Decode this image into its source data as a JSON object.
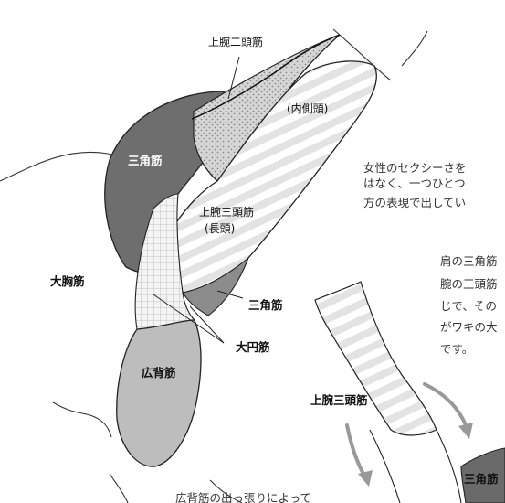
{
  "labels": {
    "biceps": "上腕二頭筋",
    "medial_head": "(内側頭)",
    "deltoid": "三角筋",
    "triceps_long_line1": "上腕三頭筋",
    "triceps_long_line2": "(長頭)",
    "pectoralis_major": "大胸筋",
    "deltoid_2": "三角筋",
    "teres_major": "大円筋",
    "latissimus": "広背筋",
    "triceps_inset": "上腕三頭筋",
    "deltoid_inset": "三角筋"
  },
  "text_block_1": [
    "女性のセクシーさを",
    "はなく、一つひとつ",
    "方の表現で出してい"
  ],
  "text_block_2": [
    "肩の三角筋",
    "腕の三頭筋",
    "じで、その",
    "がワキの大",
    "です。"
  ],
  "caption_bottom": "広背筋の出っ張りによって"
}
